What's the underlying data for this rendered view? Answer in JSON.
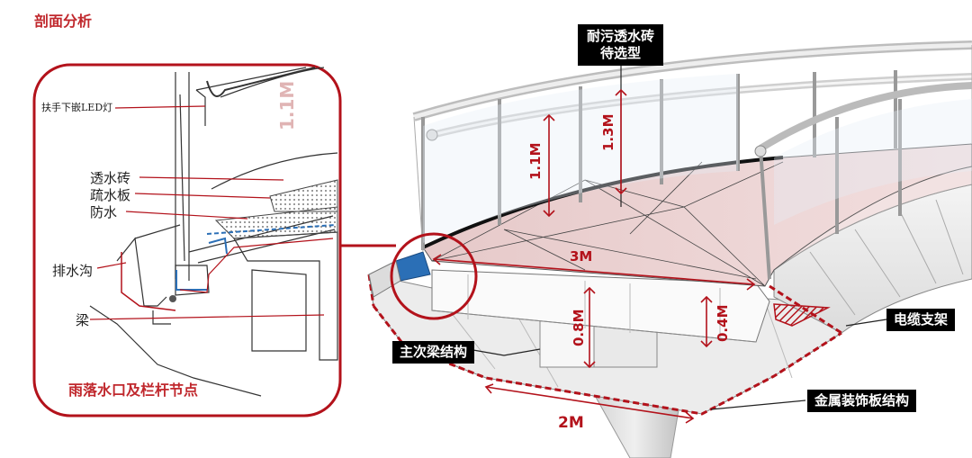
{
  "section_title": "剖面分析",
  "detail_caption": "雨落水口及栏杆节点",
  "callouts": {
    "paving": [
      "耐污透水砖",
      "待选型"
    ],
    "beam": "主次梁结构",
    "cable": "电缆支架",
    "metal_panel": "金属装饰板结构"
  },
  "detail_labels": {
    "led": "扶手下嵌LED灯",
    "permeable_brick": "透水砖",
    "drain_board": "疏水板",
    "waterproof": "防水",
    "gutter": "排水沟",
    "beam": "梁"
  },
  "dimensions": {
    "rail_1": "1.1M",
    "rail_2": "1.3M",
    "width": "3M",
    "beam_depth": "0.8M",
    "edge_beam": "0.4M",
    "bottom": "2M",
    "sketch_height": "1.1M"
  },
  "colors": {
    "accent_red": "#c0282d",
    "dim_red": "#b3121b",
    "label_bg": "#000000",
    "deck_pink": "#ecd3d3",
    "drain_blue": "#2b6fb6"
  }
}
